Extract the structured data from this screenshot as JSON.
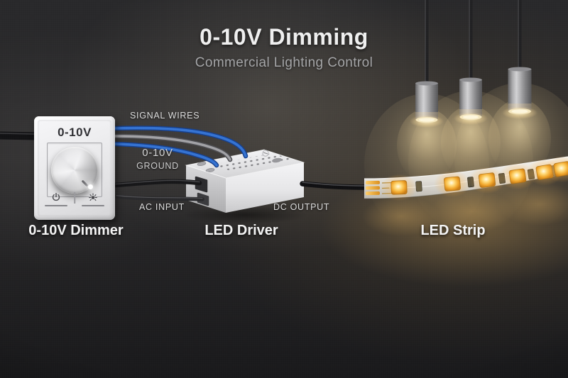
{
  "header": {
    "title": "0-10V Dimming",
    "subtitle": "Commercial Lighting Control"
  },
  "components": {
    "dimmer": {
      "plate_label": "0-10V",
      "caption": "0-10V Dimmer"
    },
    "driver": {
      "caption": "LED Driver"
    },
    "strip": {
      "caption": "LED Strip"
    }
  },
  "wiring_labels": {
    "signal_wires": "SIGNAL WIRES",
    "signal_voltage": "0-10V",
    "signal_ground": "GROUND",
    "ac_input": "AC INPUT",
    "dc_output": "DC OUTPUT"
  },
  "icons": {
    "power": "power-icon",
    "brightness": "brightness-icon"
  },
  "colors": {
    "signal_wire_blue": "#2a66c4",
    "ground_wire_gray": "#9a9a9c",
    "power_wire_black": "#141416",
    "led_amber": "#f2a52c",
    "warm_glow": "#ffd98c",
    "background_dark": "#222224",
    "title_text": "#efefef",
    "subtitle_text": "#a3a4a6"
  },
  "scene": {
    "pendant_count": 3,
    "led_chip_count": 6
  }
}
